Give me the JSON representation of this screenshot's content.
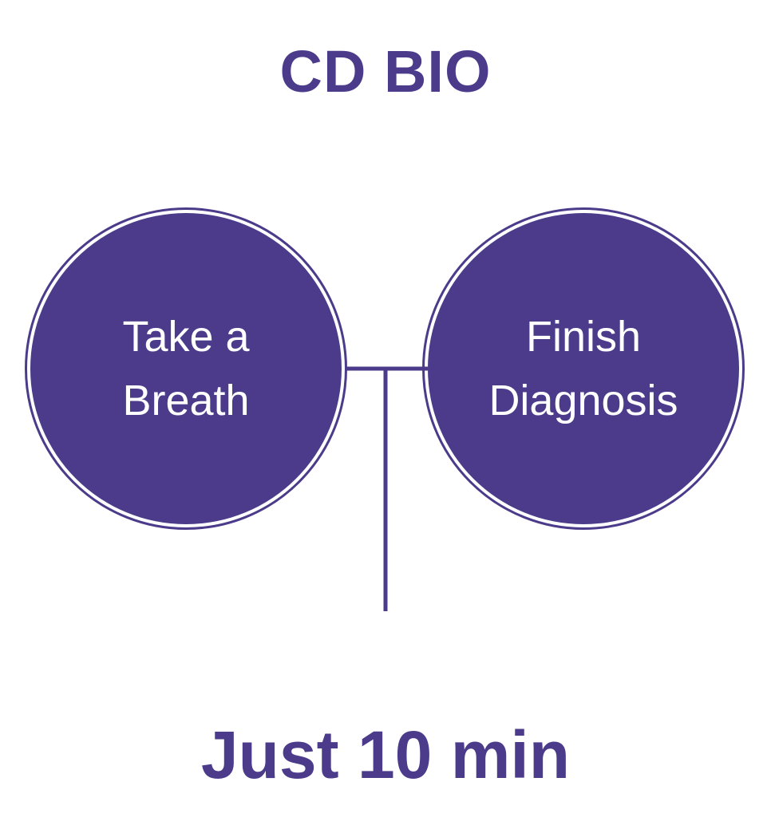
{
  "brand": {
    "title": "CD BIO"
  },
  "steps": [
    {
      "line1": "Take a",
      "line2": "Breath"
    },
    {
      "line1": "Finish",
      "line2": "Diagnosis"
    }
  ],
  "footer": {
    "duration": "Just 10 min"
  },
  "colors": {
    "primary": "#4b3b8a",
    "background": "#ffffff",
    "text_on_primary": "#ffffff"
  }
}
